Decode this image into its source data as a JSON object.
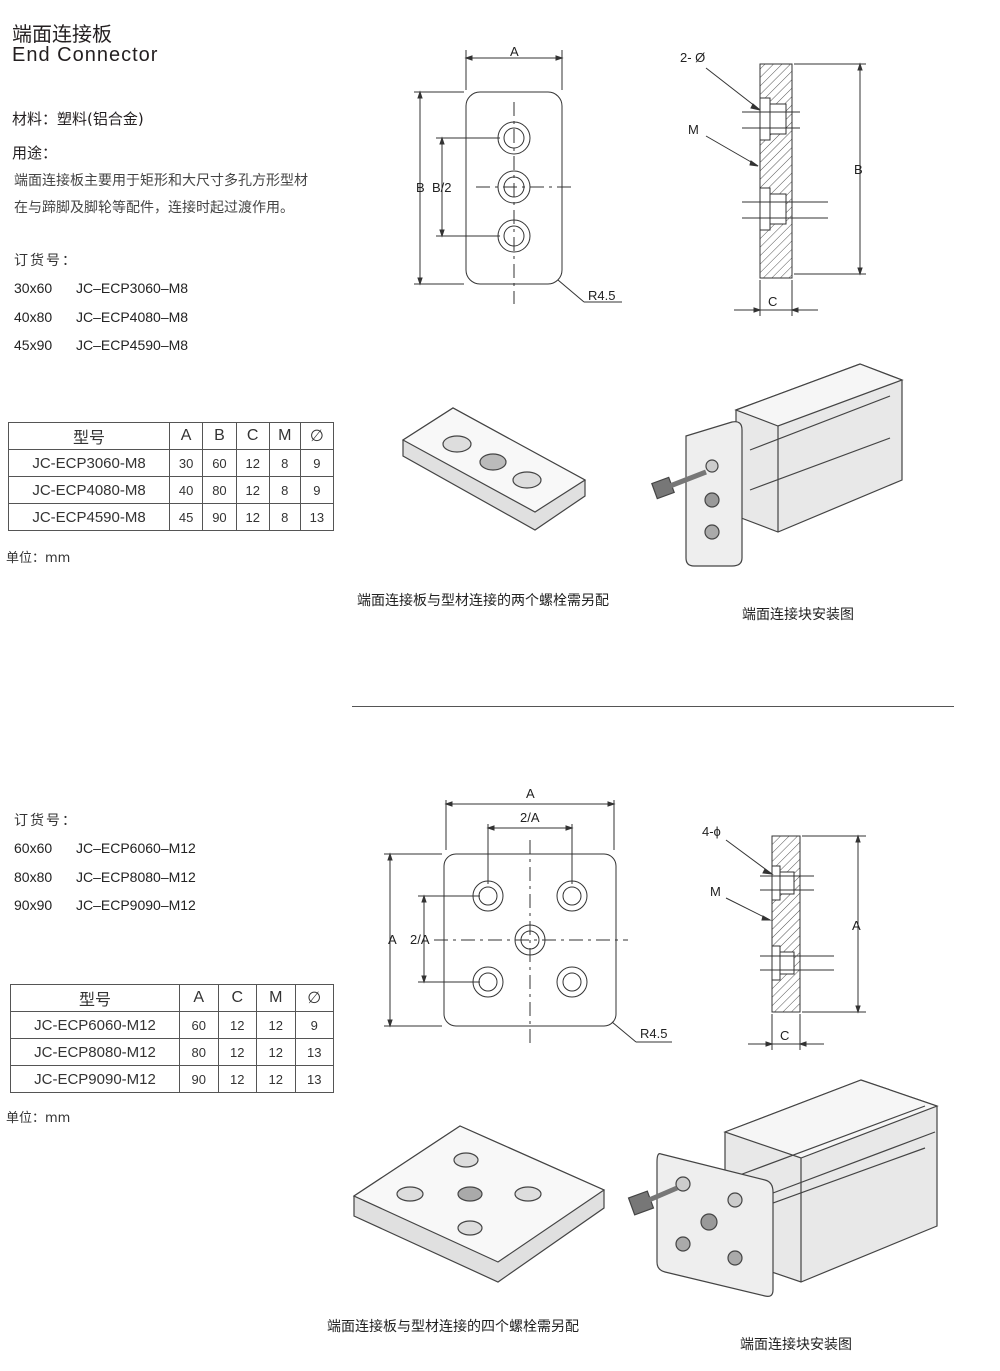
{
  "header": {
    "title_cn": "端面连接板",
    "title_en": "End Connector"
  },
  "section1": {
    "material": "材料：塑料(铝合金)",
    "usage_label": "用途：",
    "description_line1": "端面连接板主要用于矩形和大尺寸多孔方形型材",
    "description_line2": "在与蹄脚及脚轮等配件，连接时起过渡作用。",
    "order_label": "订货号：",
    "orders": [
      {
        "size": "30x60",
        "code": "JC–ECP3060–M8"
      },
      {
        "size": "40x80",
        "code": "JC–ECP4080–M8"
      },
      {
        "size": "45x90",
        "code": "JC–ECP4590–M8"
      }
    ],
    "table": {
      "headers": [
        "型号",
        "A",
        "B",
        "C",
        "M",
        "∅"
      ],
      "rows": [
        [
          "JC-ECP3060-M8",
          "30",
          "60",
          "12",
          "8",
          "9"
        ],
        [
          "JC-ECP4080-M8",
          "40",
          "80",
          "12",
          "8",
          "9"
        ],
        [
          "JC-ECP4590-M8",
          "45",
          "90",
          "12",
          "8",
          "13"
        ]
      ]
    },
    "unit": "单位：mm",
    "caption_plate": "端面连接板与型材连接的两个螺栓需另配",
    "caption_install": "端面连接块安装图",
    "drawing_labels": {
      "a": "A",
      "b": "B",
      "b_half": "B/2",
      "radius": "R4.5",
      "holes": "2- Ø",
      "m": "M",
      "b_side": "B",
      "c": "C"
    }
  },
  "section2": {
    "order_label": "订货号：",
    "orders": [
      {
        "size": "60x60",
        "code": "JC–ECP6060–M12"
      },
      {
        "size": "80x80",
        "code": "JC–ECP8080–M12"
      },
      {
        "size": "90x90",
        "code": "JC–ECP9090–M12"
      }
    ],
    "table": {
      "headers": [
        "型号",
        "A",
        "C",
        "M",
        "∅"
      ],
      "rows": [
        [
          "JC-ECP6060-M12",
          "60",
          "12",
          "12",
          "9"
        ],
        [
          "JC-ECP8080-M12",
          "80",
          "12",
          "12",
          "13"
        ],
        [
          "JC-ECP9090-M12",
          "90",
          "12",
          "12",
          "13"
        ]
      ]
    },
    "unit": "单位：mm",
    "caption_plate": "端面连接板与型材连接的四个螺栓需另配",
    "caption_install": "端面连接块安装图",
    "drawing_labels": {
      "a_top": "A",
      "a_half_top": "2/A",
      "a_left": "A",
      "a_half_left": "2/A",
      "radius": "R4.5",
      "holes": "4-ϕ",
      "m": "M",
      "a_side": "A",
      "c": "C"
    }
  }
}
